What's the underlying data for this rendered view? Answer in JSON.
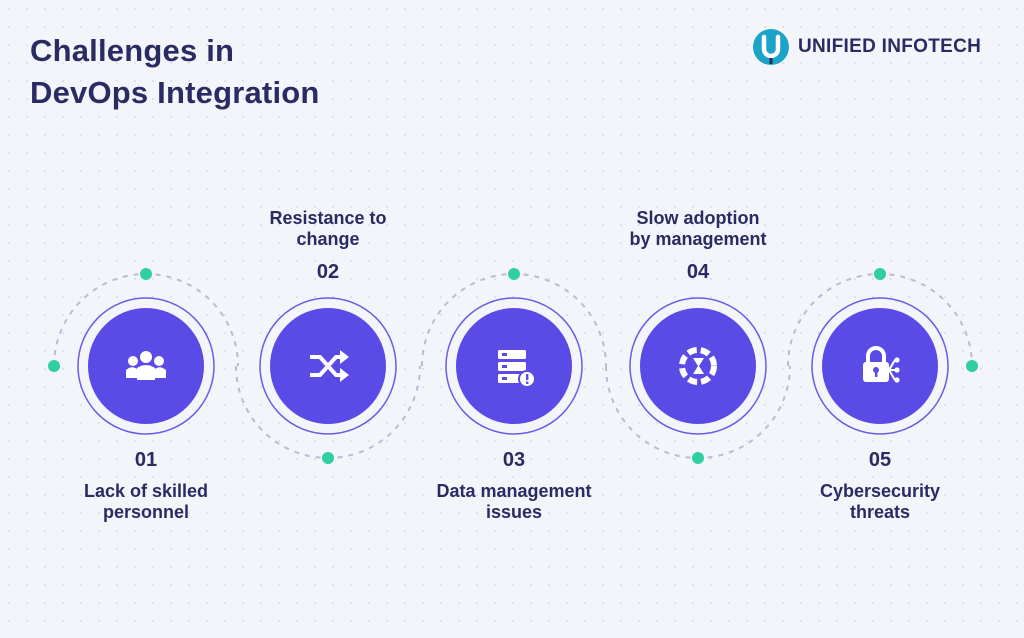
{
  "title": {
    "line1": "Challenges in",
    "line2": "DevOps Integration"
  },
  "logo": {
    "text": "UNIFIED INFOTECH",
    "icon": "unified-infotech-logo-icon"
  },
  "colors": {
    "circle": "#5b4be6",
    "ring": "#6a5ae8",
    "dot": "#2fcf9f",
    "dash": "#b9bcd3",
    "text": "#2b2b63",
    "logo_accent": "#1ba3c8"
  },
  "steps": [
    {
      "number": "01",
      "label_line1": "Lack of skilled",
      "label_line2": "personnel",
      "icon": "team-icon"
    },
    {
      "number": "02",
      "label_line1": "Resistance to",
      "label_line2": "change",
      "icon": "shuffle-icon"
    },
    {
      "number": "03",
      "label_line1": "Data management",
      "label_line2": "issues",
      "icon": "server-alert-icon"
    },
    {
      "number": "04",
      "label_line1": "Slow adoption",
      "label_line2": "by management",
      "icon": "progress-cycle-icon"
    },
    {
      "number": "05",
      "label_line1": "Cybersecurity",
      "label_line2": "threats",
      "icon": "padlock-network-icon"
    }
  ]
}
